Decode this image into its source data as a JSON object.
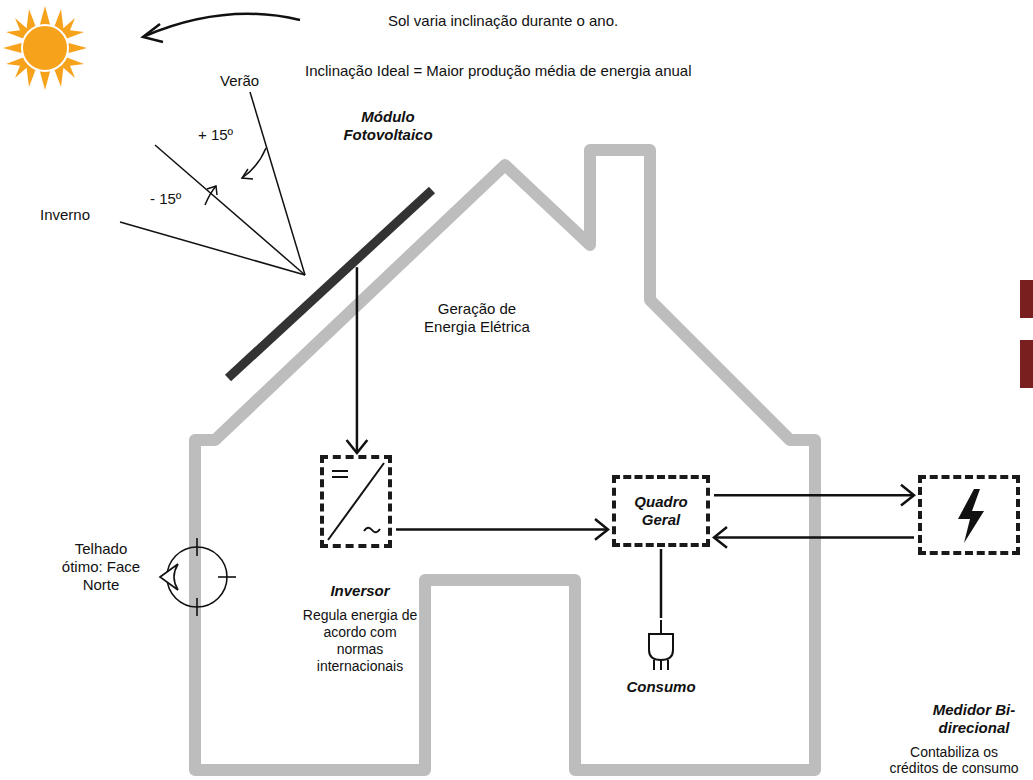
{
  "diagram": {
    "nodes": [
      {
        "text": [
          "Módulo Fotovoltaico"
        ]
      },
      {
        "text": [
          "Inversor",
          "Regula energia de acordo com normas internacionais"
        ]
      },
      {
        "text": [
          "Quadro Geral"
        ]
      },
      {
        "text": [
          "Consumo"
        ]
      },
      {
        "text": [
          "Medidor Bi-direcional",
          "Contabiliza os créditos de consumo"
        ]
      }
    ],
    "edges": [
      {
        "from": 0,
        "to": 1,
        "label": "Geração de Energia Elétrica",
        "arrow": "to"
      },
      {
        "from": 1,
        "to": 2,
        "arrow": "to"
      },
      {
        "from": 2,
        "to": 4,
        "arrow": "to"
      },
      {
        "from": 4,
        "to": 2,
        "arrow": "to"
      },
      {
        "from": 2,
        "to": 3,
        "arrow": "none"
      }
    ],
    "labels": [
      "Sol varia inclinação durante o ano.",
      "Inclinação Ideal = Maior produção média de energia anual",
      "Verão",
      "Inverno",
      "+ 15º",
      "- 15º",
      "Telhado ótimo: Face Norte"
    ]
  }
}
